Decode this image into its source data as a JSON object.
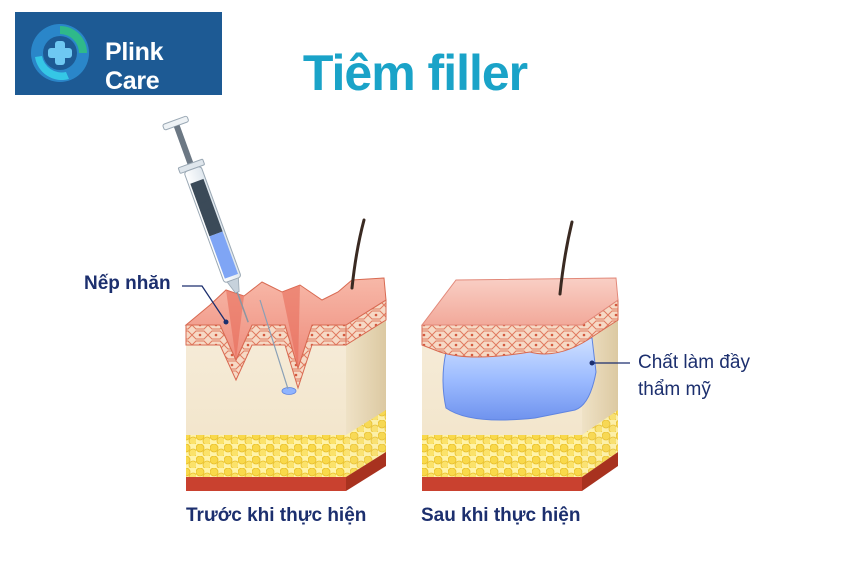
{
  "brand": {
    "name": "Plink Care"
  },
  "title": "Tiêm filler",
  "labels": {
    "wrinkle": "Nếp nhăn",
    "filler_line1": "Chất làm đầy",
    "filler_line2": "thẩm mỹ",
    "before": "Trước khi thực hiện",
    "after": "Sau khi thực hiện"
  },
  "colors": {
    "brand_bg": "#1d5a94",
    "title": "#1aa3c8",
    "label": "#1c2f6e",
    "filler": "#8fb4ff"
  }
}
